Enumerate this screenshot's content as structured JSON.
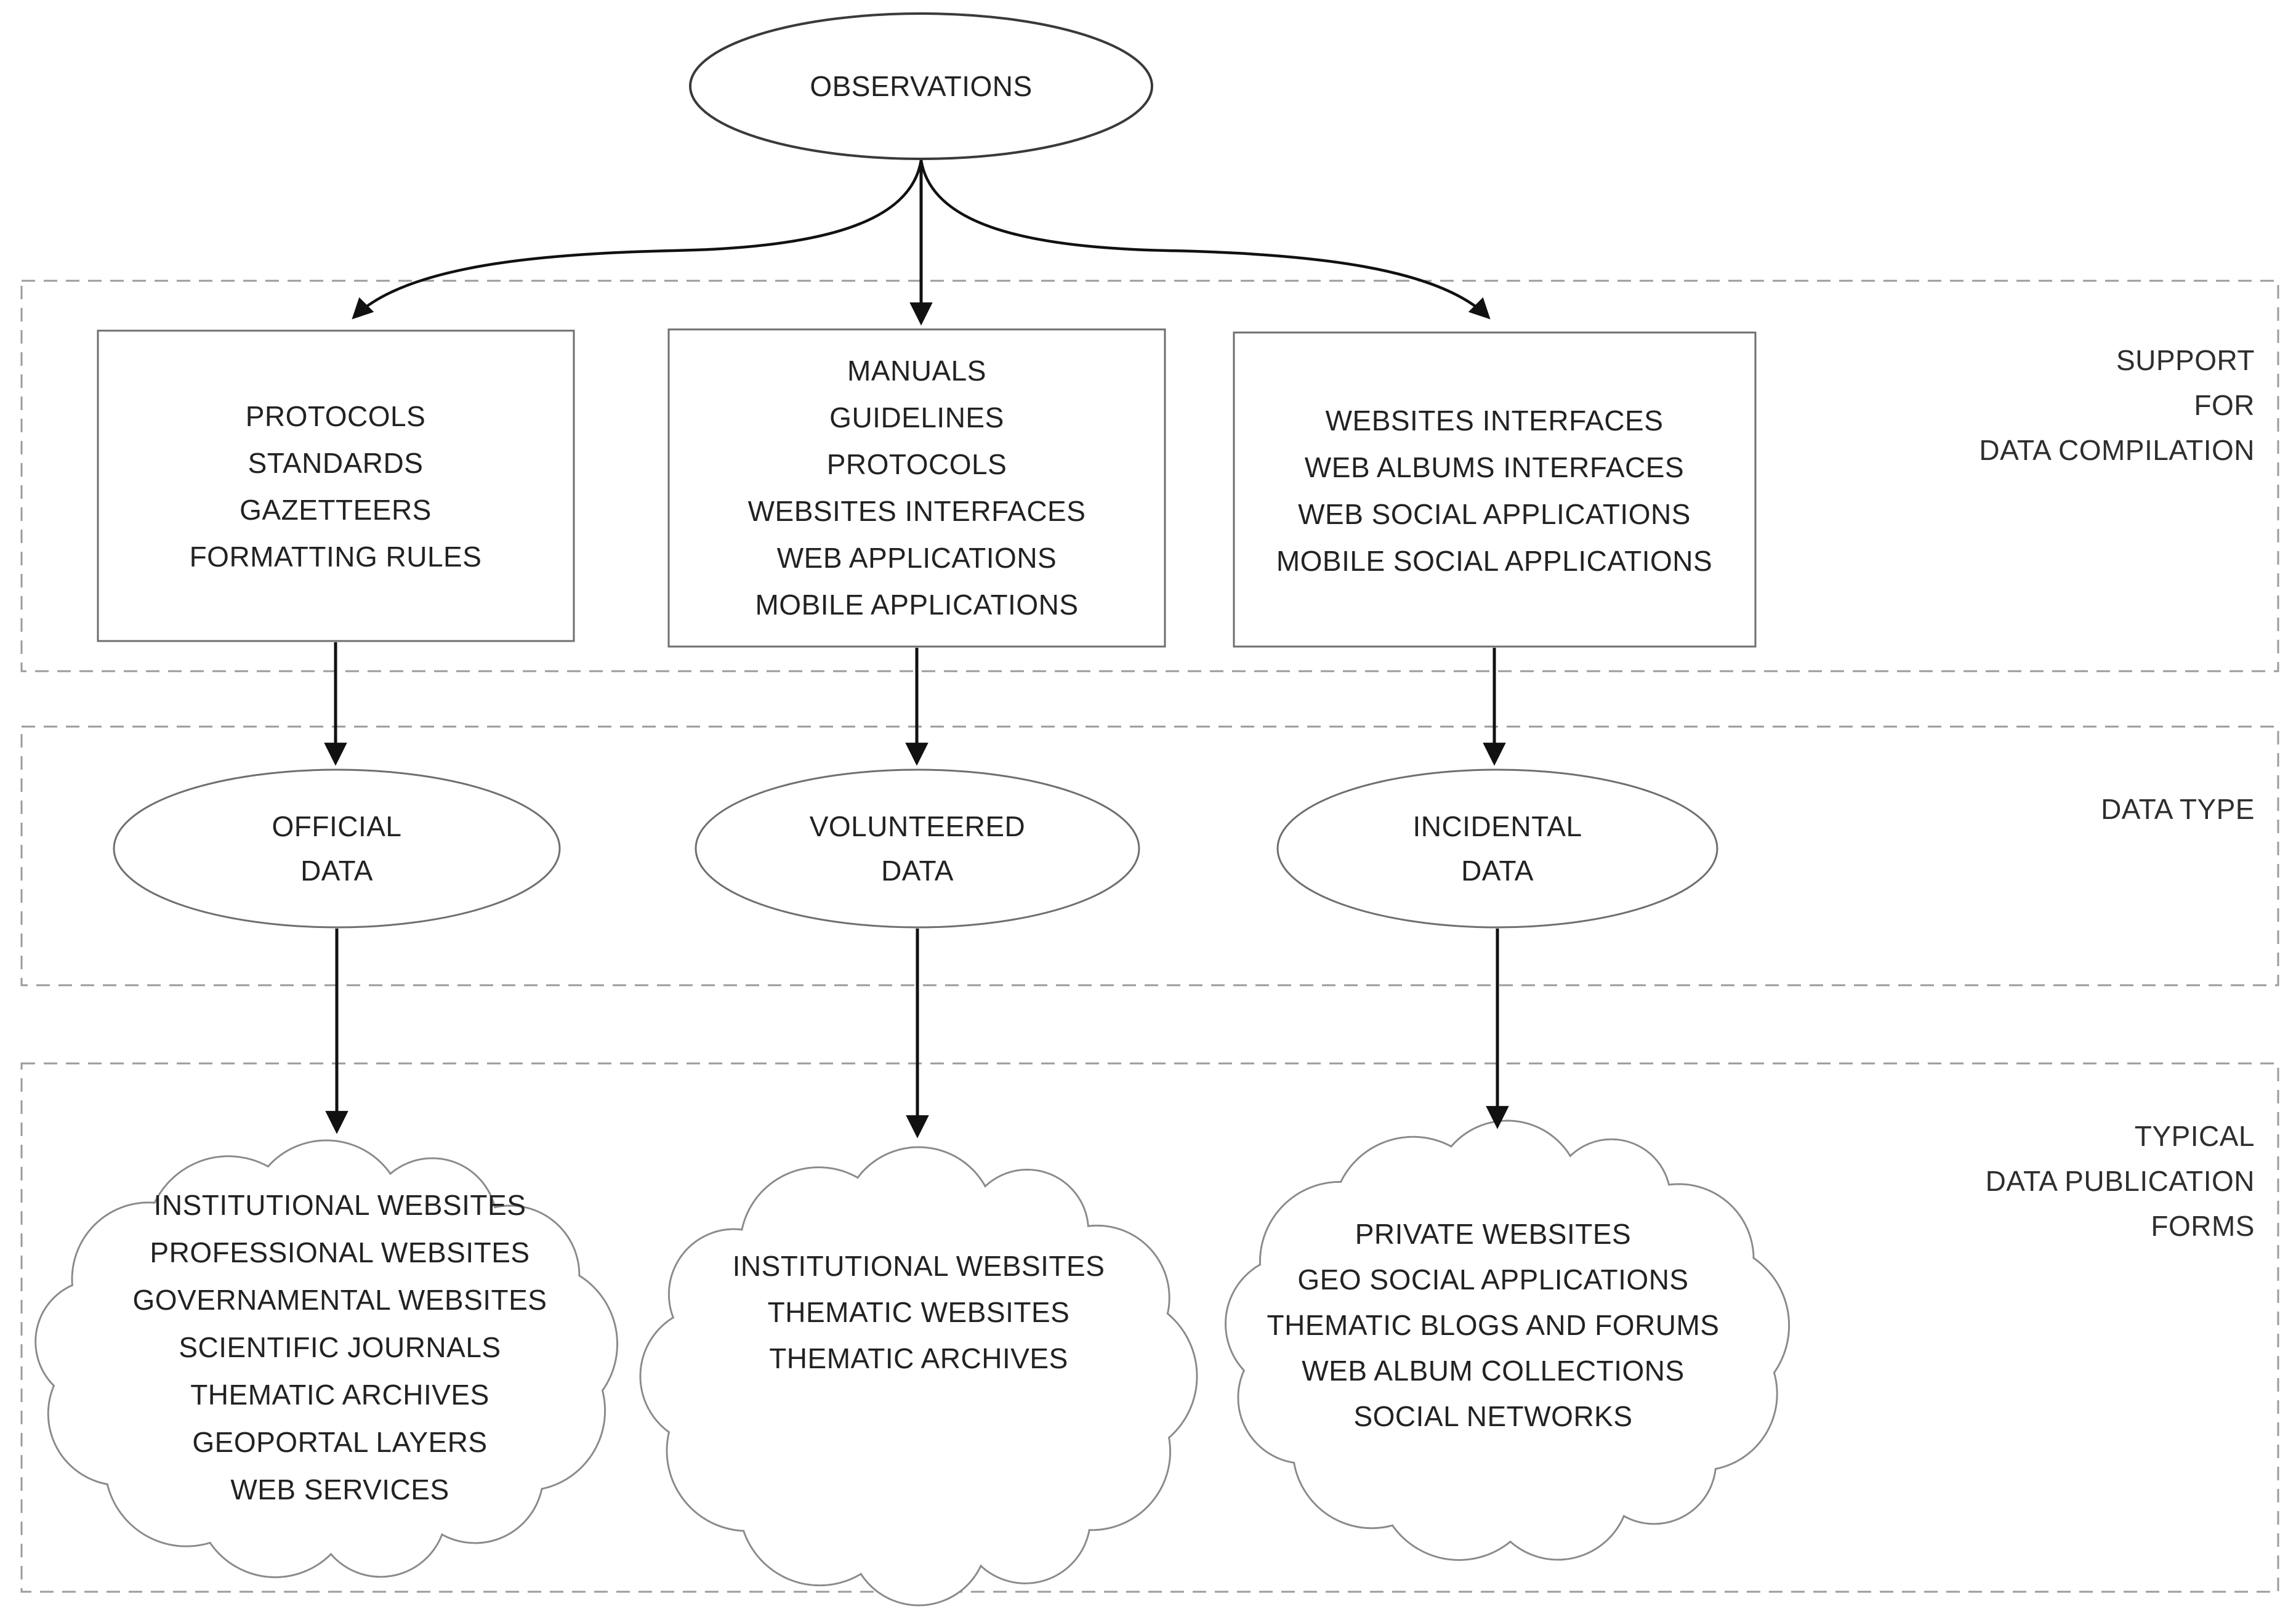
{
  "diagram": {
    "root": {
      "label": "OBSERVATIONS"
    },
    "bands": [
      {
        "label_lines": [
          "SUPPORT",
          "FOR",
          "DATA COMPILATION"
        ]
      },
      {
        "label_lines": [
          "DATA TYPE"
        ]
      },
      {
        "label_lines": [
          "TYPICAL",
          "DATA PUBLICATION",
          "FORMS"
        ]
      }
    ],
    "support_boxes": [
      {
        "lines": [
          "PROTOCOLS",
          "STANDARDS",
          "GAZETTEERS",
          "FORMATTING RULES"
        ]
      },
      {
        "lines": [
          "MANUALS",
          "GUIDELINES",
          "PROTOCOLS",
          "WEBSITES INTERFACES",
          "WEB APPLICATIONS",
          "MOBILE APPLICATIONS"
        ]
      },
      {
        "lines": [
          "WEBSITES INTERFACES",
          "WEB ALBUMS INTERFACES",
          "WEB SOCIAL APPLICATIONS",
          "MOBILE SOCIAL APPLICATIONS"
        ]
      }
    ],
    "data_types": [
      {
        "lines": [
          "OFFICIAL",
          "DATA"
        ]
      },
      {
        "lines": [
          "VOLUNTEERED",
          "DATA"
        ]
      },
      {
        "lines": [
          "INCIDENTAL",
          "DATA"
        ]
      }
    ],
    "publication_clouds": [
      {
        "lines": [
          "INSTITUTIONAL WEBSITES",
          "PROFESSIONAL WEBSITES",
          "GOVERNAMENTAL WEBSITES",
          "SCIENTIFIC JOURNALS",
          "THEMATIC ARCHIVES",
          "GEOPORTAL LAYERS",
          "WEB SERVICES"
        ]
      },
      {
        "lines": [
          "INSTITUTIONAL WEBSITES",
          "THEMATIC WEBSITES",
          "THEMATIC ARCHIVES"
        ]
      },
      {
        "lines": [
          "PRIVATE WEBSITES",
          "GEO SOCIAL APPLICATIONS",
          "THEMATIC BLOGS AND FORUMS",
          "WEB ALBUM COLLECTIONS",
          "SOCIAL NETWORKS"
        ]
      }
    ],
    "colors": {
      "background": "#ffffff",
      "text": "#222222",
      "arrow": "#111111",
      "shape_border": "#6f6f6f",
      "cloud_border": "#8a8a8a",
      "dashed_border": "#9b9b9b"
    }
  }
}
